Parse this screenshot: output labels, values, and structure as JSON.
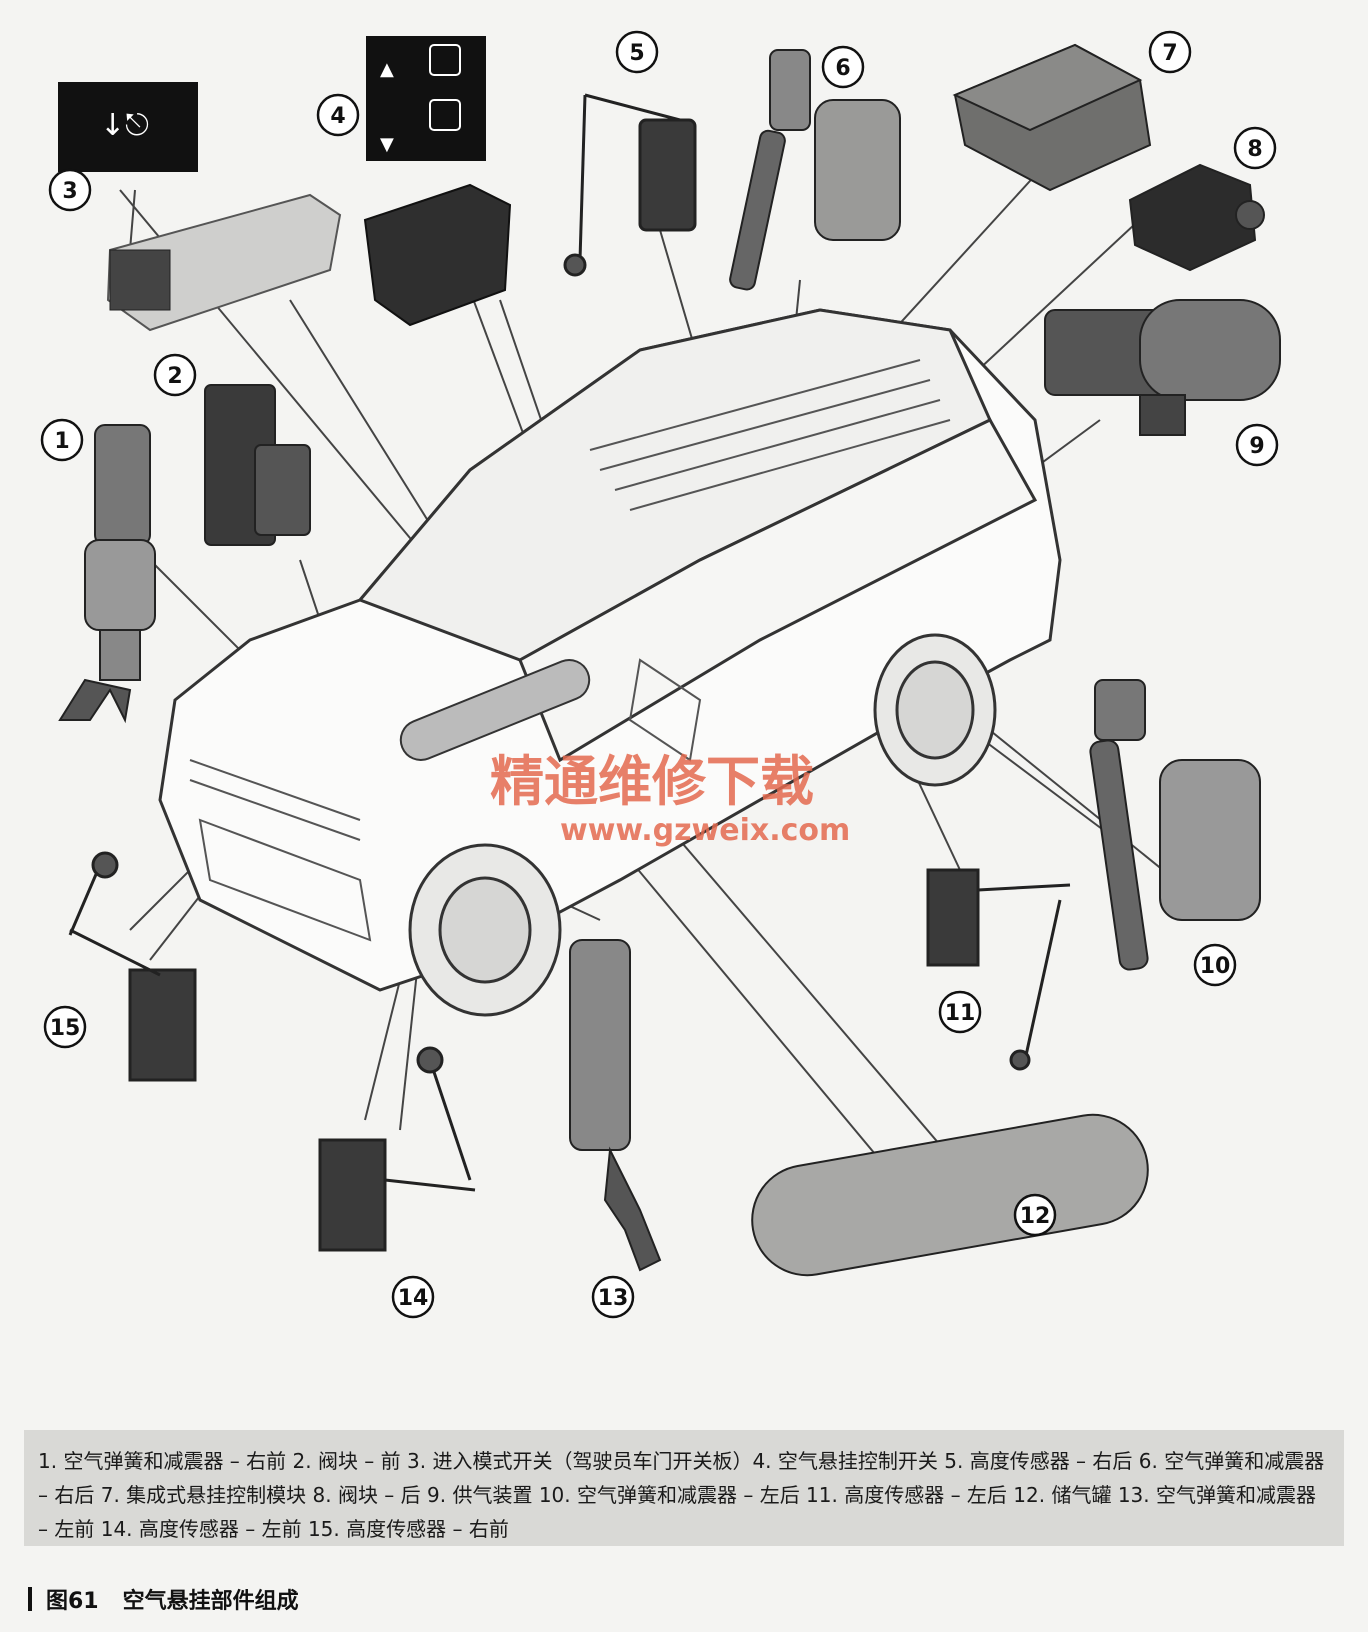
{
  "callouts": [
    "1",
    "2",
    "3",
    "4",
    "5",
    "6",
    "7",
    "8",
    "9",
    "10",
    "11",
    "12",
    "13",
    "14",
    "15"
  ],
  "switch_panel_3_icon": "↓⎋",
  "switch_panel_4_icons": [
    "▲",
    "▼"
  ],
  "watermark": {
    "text": "精通维修下载",
    "url": "www.gzweix.com"
  },
  "legend": {
    "text": "1. 空气弹簧和减震器 – 右前  2. 阀块 – 前  3. 进入模式开关（驾驶员车门开关板）4. 空气悬挂控制开关  5. 高度传感器 – 右后  6. 空气弹簧和减震器 – 右后  7. 集成式悬挂控制模块  8. 阀块 – 后  9. 供气装置  10. 空气弹簧和减震器 – 左后  11. 高度传感器 – 左后  12. 储气罐  13. 空气弹簧和减震器 – 左前  14. 高度传感器 – 左前  15. 高度传感器 – 右前"
  },
  "caption": {
    "number": "图61",
    "title": "空气悬挂部件组成"
  },
  "colors": {
    "watermark": "#e46a4f",
    "legend_bg": "#d9d9d6"
  }
}
